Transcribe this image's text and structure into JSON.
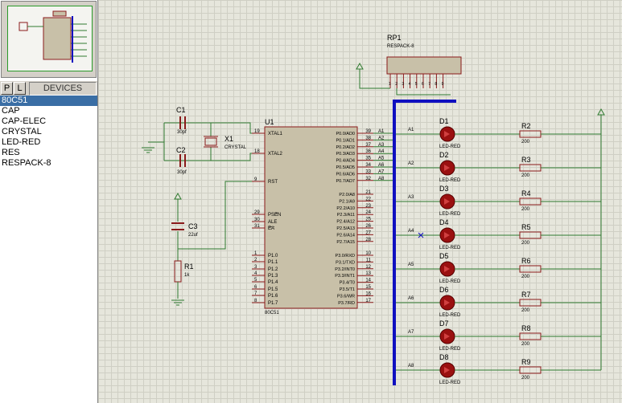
{
  "picker": {
    "p_label": "P",
    "l_label": "L",
    "devices_label": "DEVICES"
  },
  "devices": [
    "80C51",
    "CAP",
    "CAP-ELEC",
    "CRYSTAL",
    "LED-RED",
    "RES",
    "RESPACK-8"
  ],
  "selected_device": "80C51",
  "components": {
    "u1": {
      "ref": "U1",
      "type": "80C51",
      "left_pins": [
        {
          "num": "19",
          "name": "XTAL1"
        },
        {
          "num": "18",
          "name": "XTAL2"
        },
        {
          "num": "9",
          "name": "RST"
        },
        {
          "num": "29",
          "name": "PSEN"
        },
        {
          "num": "30",
          "name": "ALE"
        },
        {
          "num": "31",
          "name": "EA"
        },
        {
          "num": "1",
          "name": "P1.0"
        },
        {
          "num": "2",
          "name": "P1.1"
        },
        {
          "num": "3",
          "name": "P1.2"
        },
        {
          "num": "4",
          "name": "P1.3"
        },
        {
          "num": "5",
          "name": "P1.4"
        },
        {
          "num": "6",
          "name": "P1.5"
        },
        {
          "num": "7",
          "name": "P1.6"
        },
        {
          "num": "8",
          "name": "P1.7"
        }
      ],
      "port0": [
        {
          "num": "39",
          "name": "P0.0/AD0"
        },
        {
          "num": "38",
          "name": "P0.1/AD1"
        },
        {
          "num": "37",
          "name": "P0.2/AD2"
        },
        {
          "num": "36",
          "name": "P0.3/AD3"
        },
        {
          "num": "35",
          "name": "P0.4/AD4"
        },
        {
          "num": "34",
          "name": "P0.5/AD5"
        },
        {
          "num": "33",
          "name": "P0.6/AD6"
        },
        {
          "num": "32",
          "name": "P0.7/AD7"
        }
      ],
      "port2": [
        {
          "num": "21",
          "name": "P2.0/A8"
        },
        {
          "num": "22",
          "name": "P2.1/A9"
        },
        {
          "num": "23",
          "name": "P2.2/A10"
        },
        {
          "num": "24",
          "name": "P2.3/A11"
        },
        {
          "num": "25",
          "name": "P2.4/A12"
        },
        {
          "num": "26",
          "name": "P2.5/A13"
        },
        {
          "num": "27",
          "name": "P2.6/A14"
        },
        {
          "num": "28",
          "name": "P2.7/A15"
        }
      ],
      "port3": [
        {
          "num": "10",
          "name": "P3.0/RXD"
        },
        {
          "num": "11",
          "name": "P3.1/TXD"
        },
        {
          "num": "12",
          "name": "P3.2/INT0"
        },
        {
          "num": "13",
          "name": "P3.3/INT1"
        },
        {
          "num": "14",
          "name": "P3.4/T0"
        },
        {
          "num": "15",
          "name": "P3.5/T1"
        },
        {
          "num": "16",
          "name": "P3.6/WR"
        },
        {
          "num": "17",
          "name": "P3.7/RD"
        }
      ]
    },
    "c1": {
      "ref": "C1",
      "value": "30pf"
    },
    "c2": {
      "ref": "C2",
      "value": "30pf"
    },
    "x1": {
      "ref": "X1",
      "type": "CRYSTAL"
    },
    "c3": {
      "ref": "C3",
      "value": "22uf"
    },
    "r1": {
      "ref": "R1",
      "value": "1k"
    },
    "rp1": {
      "ref": "RP1",
      "type": "RESPACK-8",
      "pins": [
        "1",
        "2",
        "3",
        "4",
        "5",
        "6",
        "7",
        "8",
        "9"
      ]
    },
    "bus_labels": [
      "A1",
      "A2",
      "A3",
      "A4",
      "A5",
      "A6",
      "A7",
      "A8"
    ],
    "leds": [
      {
        "ref": "D1",
        "type": "LED-RED"
      },
      {
        "ref": "D2",
        "type": "LED-RED"
      },
      {
        "ref": "D3",
        "type": "LED-RED"
      },
      {
        "ref": "D4",
        "type": "LED-RED"
      },
      {
        "ref": "D5",
        "type": "LED-RED"
      },
      {
        "ref": "D6",
        "type": "LED-RED"
      },
      {
        "ref": "D7",
        "type": "LED-RED"
      },
      {
        "ref": "D8",
        "type": "LED-RED"
      }
    ],
    "resistors": [
      {
        "ref": "R2",
        "value": "200"
      },
      {
        "ref": "R3",
        "value": "200"
      },
      {
        "ref": "R4",
        "value": "200"
      },
      {
        "ref": "R5",
        "value": "200"
      },
      {
        "ref": "R6",
        "value": "200"
      },
      {
        "ref": "R7",
        "value": "200"
      },
      {
        "ref": "R8",
        "value": "200"
      },
      {
        "ref": "R9",
        "value": "200"
      }
    ]
  },
  "colors": {
    "wire": "#2f7a2f",
    "chip_fill": "#c8c0a8",
    "chip_border": "#8a1a1a",
    "bus": "#1010c0",
    "led": "#9a1010",
    "text": "#000000",
    "label_blue": "#000080"
  }
}
